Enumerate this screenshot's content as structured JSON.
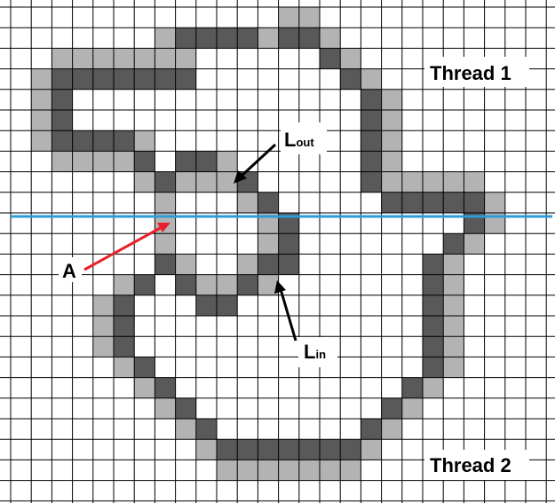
{
  "labels": {
    "thread1": "Thread 1",
    "thread2": "Thread 2",
    "a": "A",
    "l_out_main": "L",
    "l_out_sub": "out",
    "l_in_main": "L",
    "l_in_sub": "in"
  },
  "colors": {
    "grid": "#000000",
    "dark_pixel": "#595959",
    "light_pixel": "#b3b3b3",
    "split_line": "#2e9bd6",
    "arrow_a": "#e8202a",
    "arrow_l": "#000000",
    "background": "#ffffff"
  }
}
